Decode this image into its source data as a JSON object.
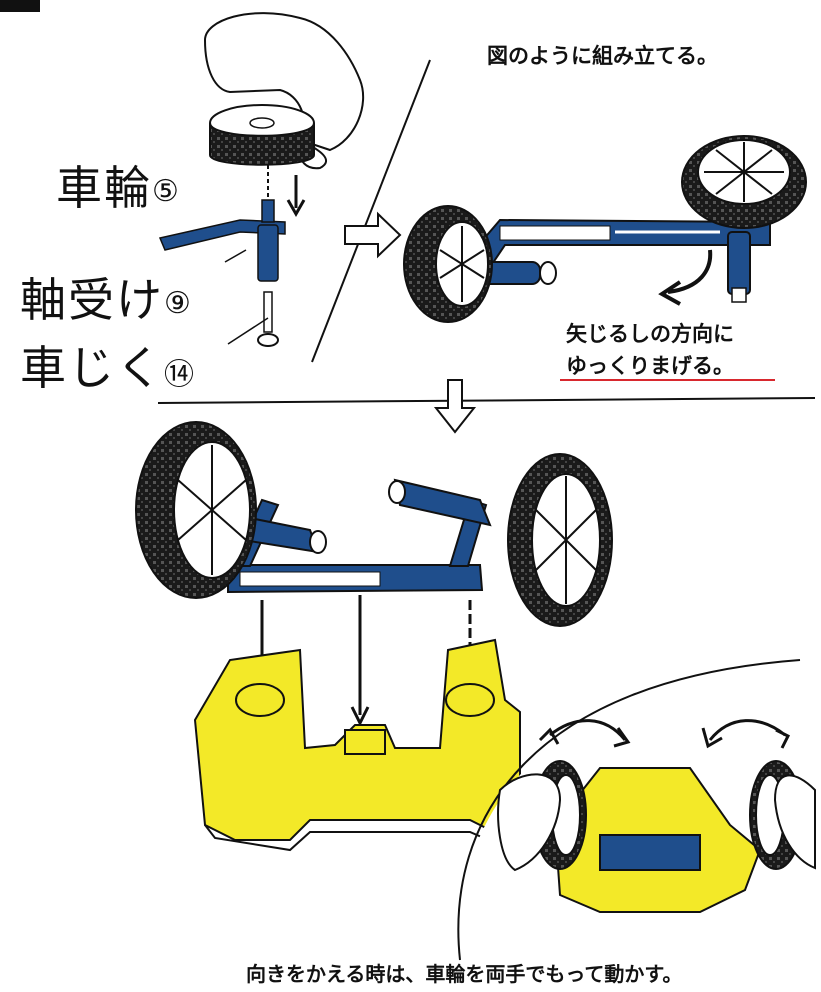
{
  "instructions": {
    "top_right": "図のように組み立てる。",
    "bend_line1": "矢じるしの方向に",
    "bend_line2": "ゆっくりまげる。",
    "bottom": "向きをかえる時は、車輪を両手でもって動かす。"
  },
  "parts": [
    {
      "name": "車輪",
      "number": "⑤"
    },
    {
      "name": "軸受け",
      "number": "⑨"
    },
    {
      "name": "車じく",
      "number": "⑭"
    }
  ],
  "colors": {
    "axle": "#1f4e8c",
    "body": "#f3e928",
    "ink": "#111111",
    "underline": "#d8282e"
  },
  "icons": [
    "hand-icon",
    "wheel-icon",
    "outline-arrow-icon",
    "curved-arrow-icon",
    "double-arrow-icon"
  ]
}
